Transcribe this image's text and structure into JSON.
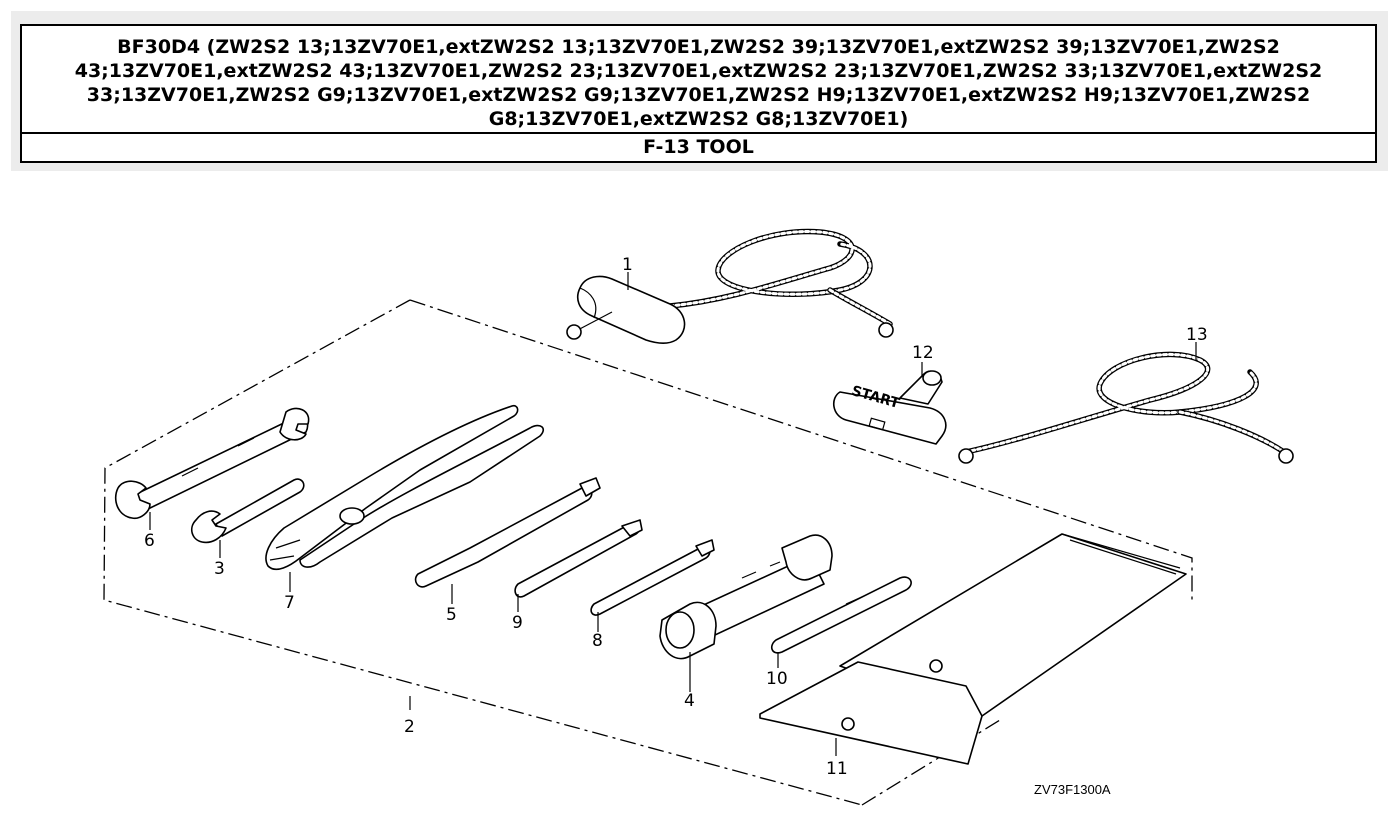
{
  "header": {
    "title": "BF30D4 (ZW2S2 13;13ZV70E1,extZW2S2 13;13ZV70E1,ZW2S2 39;13ZV70E1,extZW2S2 39;13ZV70E1,ZW2S2 43;13ZV70E1,extZW2S2 43;13ZV70E1,ZW2S2 23;13ZV70E1,extZW2S2 23;13ZV70E1,ZW2S2 33;13ZV70E1,extZW2S2 33;13ZV70E1,ZW2S2 G9;13ZV70E1,extZW2S2 G9;13ZV70E1,ZW2S2 H9;13ZV70E1,extZW2S2 H9;13ZV70E1,ZW2S2 G8;13ZV70E1,extZW2S2 G8;13ZV70E1)",
    "section": "F-13 TOOL"
  },
  "diagram": {
    "drawing_code": "ZV73F1300A",
    "callouts": [
      "1",
      "2",
      "3",
      "4",
      "5",
      "6",
      "7",
      "8",
      "9",
      "10",
      "11",
      "12",
      "13"
    ],
    "start_grip_text": "START"
  }
}
